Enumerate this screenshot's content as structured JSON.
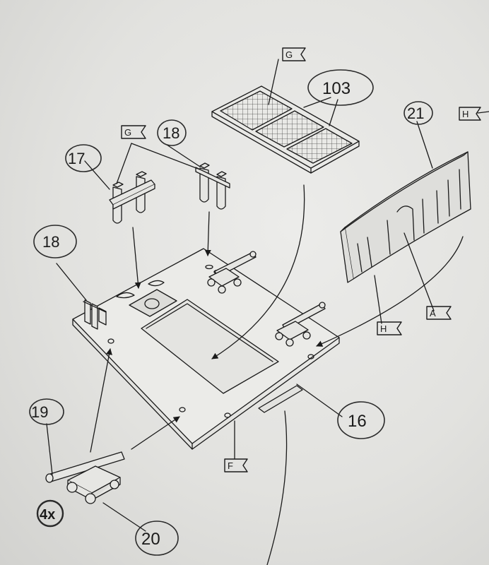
{
  "labels": {
    "part_17": "17",
    "part_18_top": "18",
    "part_18_left": "18",
    "part_19": "19",
    "part_20": "20",
    "part_16": "16",
    "part_21": "21",
    "part_103": "103",
    "qty": "4x",
    "flag_G_top": "G",
    "flag_G_left": "G",
    "flag_H_top": "H",
    "flag_H_mid": "H",
    "flag_A": "A",
    "flag_F": "F"
  }
}
